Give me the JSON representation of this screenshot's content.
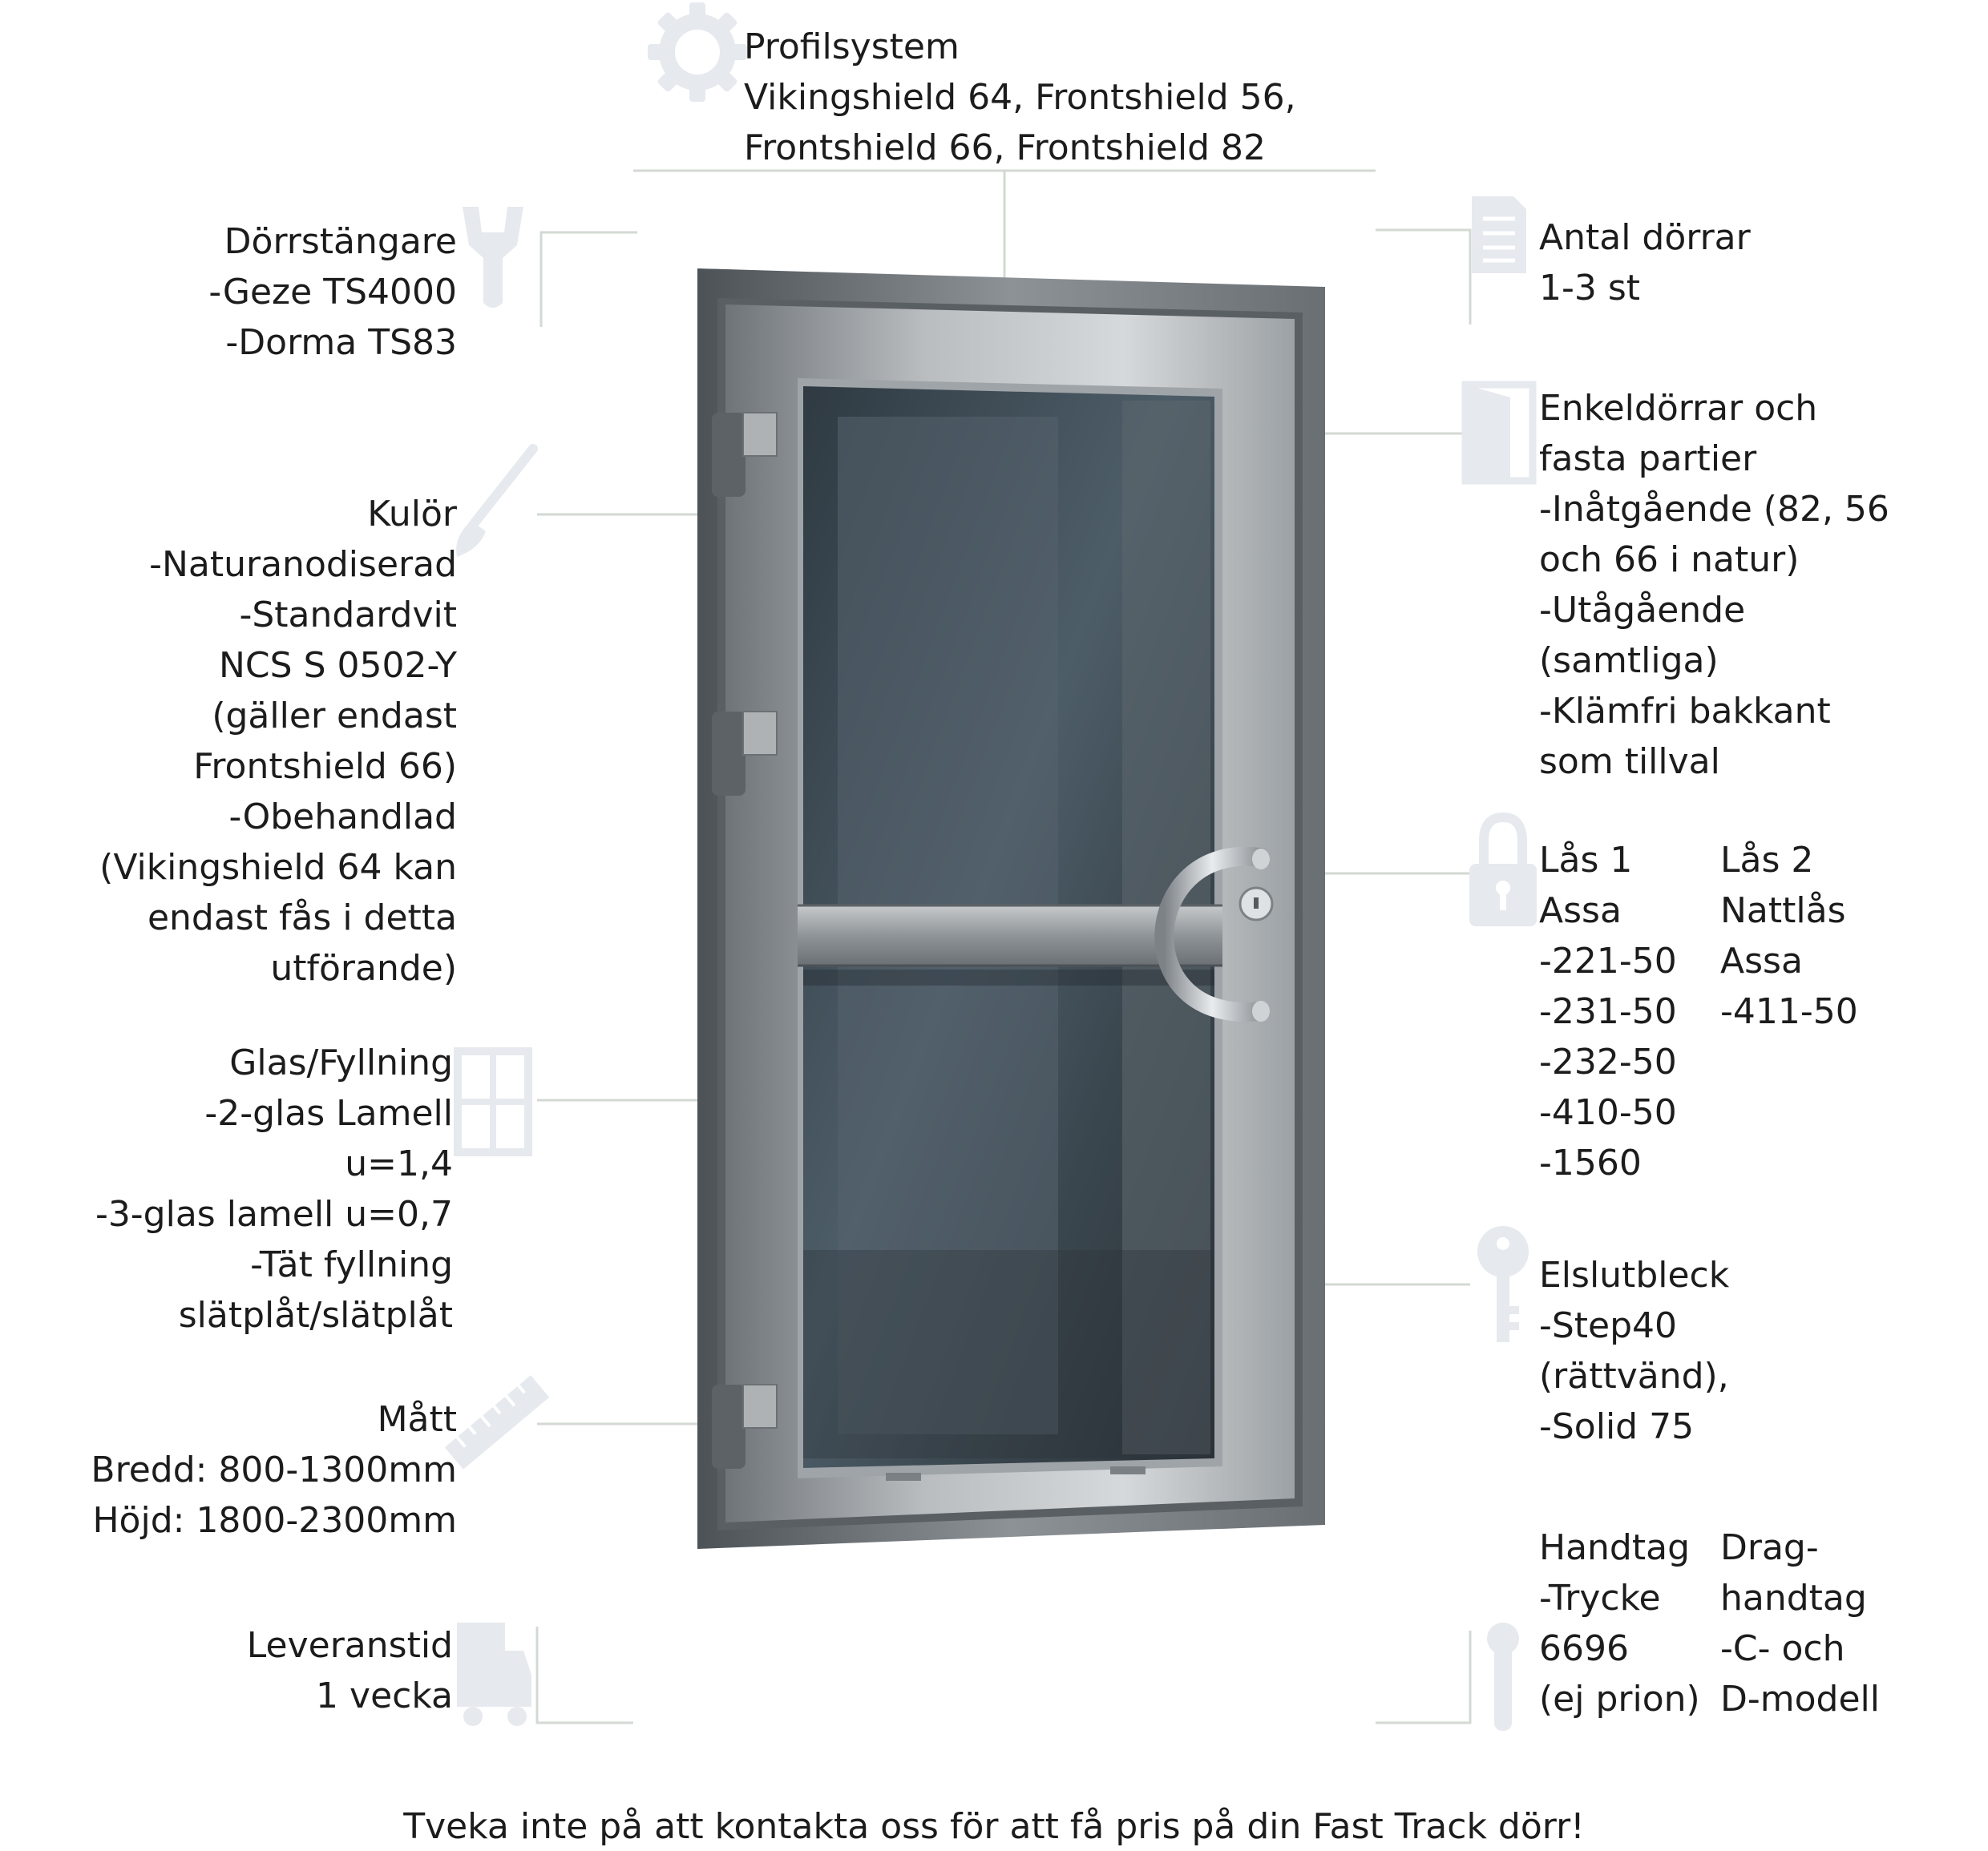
{
  "profilsystem": {
    "lines": [
      "Profilsystem",
      "Vikingshield 64, Frontshield 56,",
      "Frontshield 66, Frontshield 82"
    ]
  },
  "dorrstangare": {
    "lines": [
      "Dörrstängare",
      "-Geze TS4000",
      "-Dorma TS83"
    ]
  },
  "kulor": {
    "lines": [
      "Kulör",
      "-Naturanodiserad",
      "-Standardvit",
      "NCS S 0502-Y",
      "(gäller endast",
      "Frontshield 66)",
      "-Obehandlad",
      "(Vikingshield 64 kan",
      "endast fås i detta",
      "utförande)"
    ]
  },
  "glas": {
    "lines": [
      "Glas/Fyllning",
      "-2-glas Lamell",
      "u=1,4",
      "-3-glas lamell u=0,7",
      "-Tät fyllning",
      "slätplåt/slätplåt"
    ]
  },
  "matt": {
    "lines": [
      "Mått",
      "Bredd: 800-1300mm",
      "Höjd: 1800-2300mm"
    ]
  },
  "leveranstid": {
    "lines": [
      "Leveranstid",
      "1 vecka"
    ]
  },
  "antal": {
    "lines": [
      "Antal dörrar",
      "1-3 st"
    ]
  },
  "enkeldorrar": {
    "lines": [
      "Enkeldörrar och",
      "fasta partier",
      "-Inåtgående (82, 56",
      "och 66 i natur)",
      "-Utågående",
      "(samtliga)",
      "-Klämfri bakkant",
      "som tillval"
    ]
  },
  "las": {
    "col1": [
      "Lås 1",
      "Assa",
      "-221-50",
      "-231-50",
      "-232-50",
      "-410-50",
      "-1560"
    ],
    "col2": [
      "Lås 2",
      "Nattlås",
      "Assa",
      "-411-50"
    ]
  },
  "elslutbleck": {
    "lines": [
      "Elslutbleck",
      "-Step40",
      "(rättvänd),",
      "-Solid 75"
    ]
  },
  "handtag": {
    "col1": [
      "Handtag",
      "-Trycke",
      "6696",
      "(ej prion)"
    ],
    "col2": [
      "Drag-",
      "handtag",
      "-C- och",
      "D-modell"
    ]
  },
  "footer": "Tveka inte på att kontakta oss för att få pris på din Fast Track dörr!",
  "icons": {
    "profilsystem": "gear-icon",
    "dorrstangare": "wrench-icon",
    "kulor": "paintbrush-icon",
    "glas": "window-icon",
    "matt": "ruler-icon",
    "leveranstid": "delivery-truck-icon",
    "antal": "document-icon",
    "enkeldorrar": "door-icon",
    "las": "padlock-icon",
    "elslutbleck": "key-icon",
    "handtag": "door-handle-icon"
  },
  "colors": {
    "text": "#1c1c1c",
    "icon": "#e6e9ee",
    "leader": "#d3d9d3",
    "frame": "#8a8f93",
    "glass": "#3e4a52"
  }
}
